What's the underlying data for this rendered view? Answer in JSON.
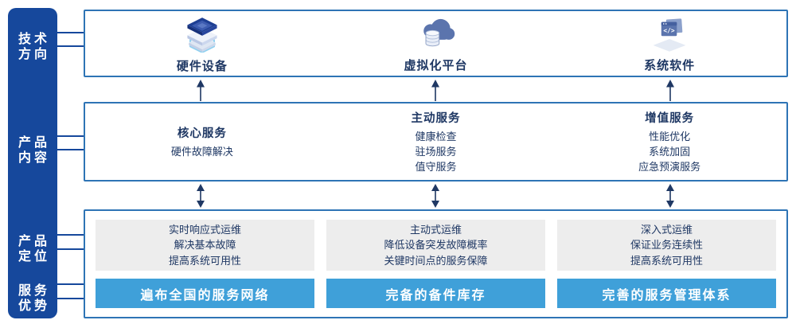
{
  "sidebar": {
    "items": [
      {
        "label": "技术方向",
        "lines": [
          "技术",
          "方向"
        ]
      },
      {
        "label": "产品内容",
        "lines": [
          "产品",
          "内容"
        ]
      },
      {
        "label": "产品定位",
        "lines": [
          "产品",
          "定位"
        ]
      },
      {
        "label": "服务优势",
        "lines": [
          "服务",
          "优势"
        ]
      }
    ]
  },
  "tech_box": {
    "items": [
      {
        "label": "硬件设备",
        "icon": "hardware-stack-icon"
      },
      {
        "label": "虚拟化平台",
        "icon": "cloud-database-icon"
      },
      {
        "label": "系统软件",
        "icon": "code-window-icon"
      }
    ]
  },
  "content_box": {
    "columns": [
      {
        "title": "核心服务",
        "items": [
          "硬件故障解决"
        ]
      },
      {
        "title": "主动服务",
        "items": [
          "健康检查",
          "驻场服务",
          "值守服务"
        ]
      },
      {
        "title": "增值服务",
        "items": [
          "性能优化",
          "系统加固",
          "应急预演服务"
        ]
      }
    ]
  },
  "position_box": {
    "columns": [
      {
        "points": [
          "实时响应式运维",
          "解决基本故障",
          "提高系统可用性"
        ],
        "advantage": "遍布全国的服务网络"
      },
      {
        "points": [
          "主动式运维",
          "降低设备突发故障概率",
          "关键时间点的服务保障"
        ],
        "advantage": "完备的备件库存"
      },
      {
        "points": [
          "深入式运维",
          "保证业务连续性",
          "提高系统可用性"
        ],
        "advantage": "完善的服务管理体系"
      }
    ]
  },
  "icon_glyphs": {
    "code": "</>"
  },
  "colors": {
    "sidebar_blue": "#16489c",
    "box_border_blue": "#2e74b5",
    "text_navy": "#1f3864",
    "advantage_bar_blue": "#3fa0d9",
    "card_gray": "#ededed",
    "bracket_light_blue": "#8ed0f0"
  }
}
